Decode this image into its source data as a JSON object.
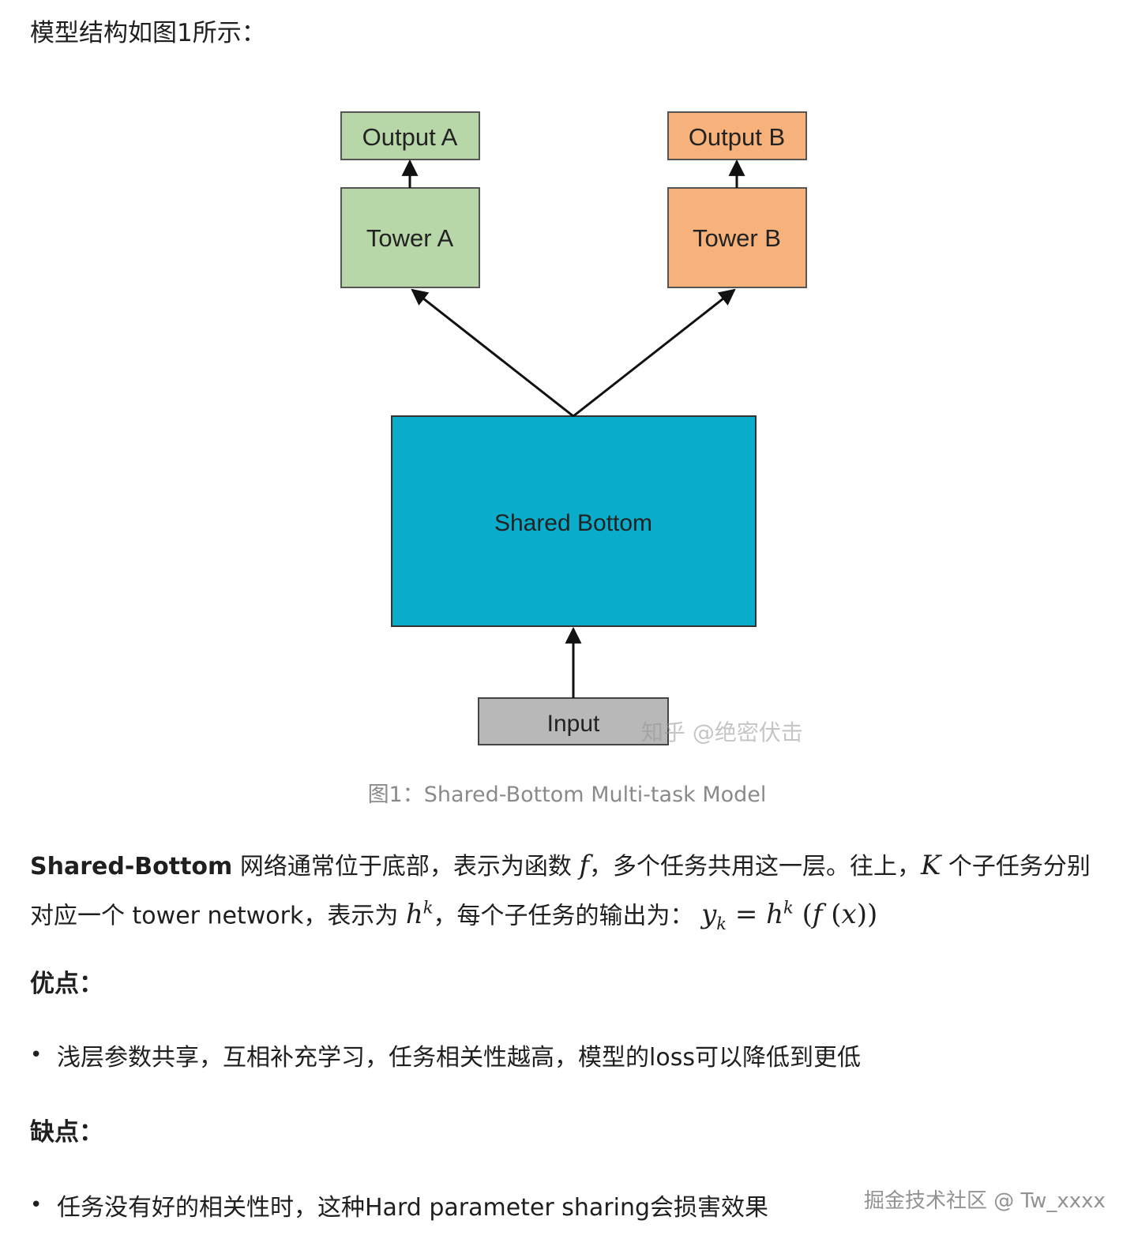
{
  "intro": "模型结构如图1所示：",
  "diagram": {
    "output_a": "Output A",
    "output_b": "Output B",
    "tower_a": "Tower A",
    "tower_b": "Tower B",
    "shared_bottom": "Shared Bottom",
    "input": "Input",
    "watermark": "知乎 @绝密伏击",
    "colors": {
      "green_fill": "#b7d7a8",
      "orange_fill": "#f6b27a",
      "cyan_fill": "#0aaccb",
      "gray_fill": "#b8b8b8",
      "border": "#555555"
    }
  },
  "caption": "图1：Shared-Bottom Multi-task Model",
  "paragraph": {
    "bold_term": "Shared-Bottom",
    "text1": " 网络通常位于底部，表示为函数 ",
    "math_f": "f",
    "text2": "，多个任务共用这一层。往上，",
    "math_K": "K",
    "text3": " 个子任务分别对应一个 tower network，表示为 ",
    "math_h": "h",
    "math_k": "k",
    "text4": "，每个子任务的输出为：",
    "math_y": "y",
    "math_eq": "= ",
    "math_paren_open": " (",
    "math_inner_paren_open": " (",
    "math_x": "x",
    "math_close": "))"
  },
  "pros": {
    "heading": "优点：",
    "items": [
      "浅层参数共享，互相补充学习，任务相关性越高，模型的loss可以降低到更低"
    ]
  },
  "cons": {
    "heading": "缺点：",
    "items": [
      "任务没有好的相关性时，这种Hard parameter sharing会损害效果"
    ]
  },
  "footer_watermark": "掘金技术社区 @ Tw_xxxx"
}
